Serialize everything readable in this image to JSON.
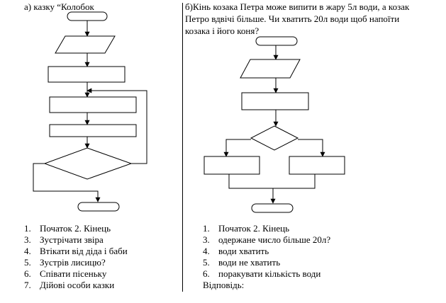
{
  "part_a": {
    "title": "а) казку “Колобок",
    "items": [
      {
        "num": "1.",
        "text": "Початок     2. Кінець"
      },
      {
        "num": "3.",
        "text": "Зустрічати звіра"
      },
      {
        "num": "4.",
        "text": "Втікати від діда і баби"
      },
      {
        "num": "5.",
        "text": "Зустрів лисицю?"
      },
      {
        "num": "6.",
        "text": "Співати пісеньку"
      },
      {
        "num": "7.",
        "text": "Дійові особи казки"
      }
    ]
  },
  "part_b": {
    "title_lines": [
      "б)Кінь козака Петра може випити в жару 5л води, а козак",
      "Петро вдвічі більше. Чи хватить 20л води щоб напоїти",
      "козака і його коня?"
    ],
    "items": [
      {
        "num": "1.",
        "text": "Початок     2. Кінець"
      },
      {
        "num": "3.",
        "text": "одержане число більше 20л?"
      },
      {
        "num": "4.",
        "text": "води хватить"
      },
      {
        "num": "5.",
        "text": "води не хватить"
      },
      {
        "num": "6.",
        "text": "поракувати кількість води"
      }
    ],
    "answer_label": "Відповідь:"
  }
}
